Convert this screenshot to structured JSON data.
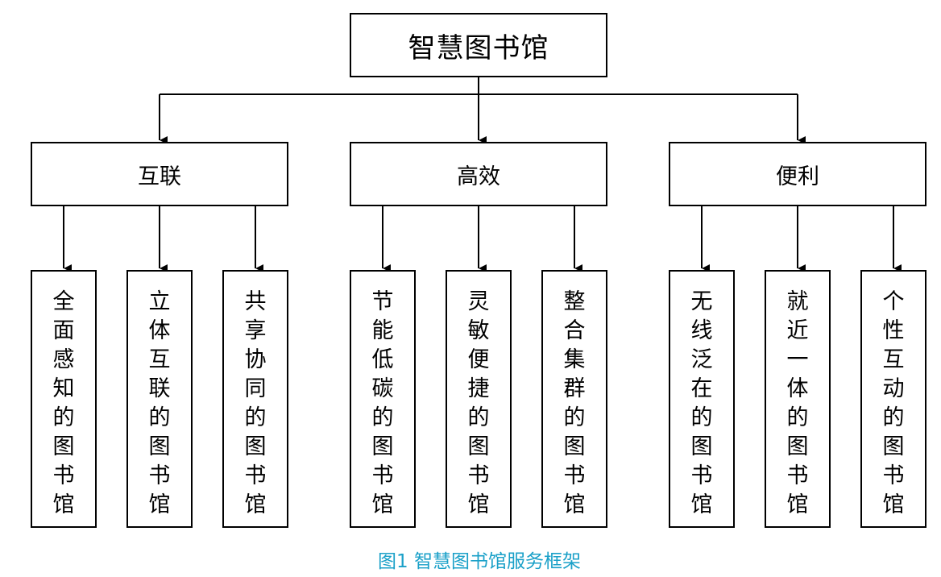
{
  "diagram": {
    "root": "智慧图书馆",
    "categories": [
      {
        "label": "互联",
        "children": [
          "全面感知的图书馆",
          "立体互联的图书馆",
          "共享协同的图书馆"
        ]
      },
      {
        "label": "高效",
        "children": [
          "节能低碳的图书馆",
          "灵敏便捷的图书馆",
          "整合集群的图书馆"
        ]
      },
      {
        "label": "便利",
        "children": [
          "无线泛在的图书馆",
          "就近一体的图书馆",
          "个性互动的图书馆"
        ]
      }
    ],
    "caption": "图1 智慧图书馆服务框架",
    "colors": {
      "caption": "#1aa0c8",
      "lines": "#000000"
    }
  }
}
